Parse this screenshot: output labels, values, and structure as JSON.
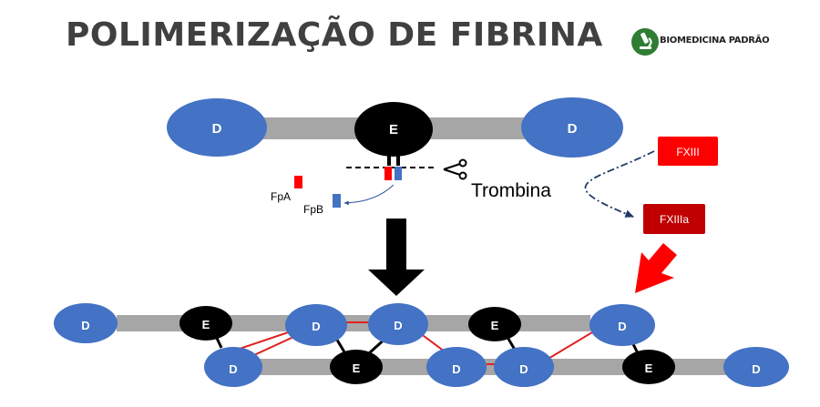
{
  "title": "POLIMERIZAÇÃO DE FIBRINA",
  "brand": {
    "text": "BIOMEDICINA PADRÃO",
    "icon": "microscope-icon"
  },
  "molecule": {
    "left": "D",
    "center": "E",
    "right": "D"
  },
  "fibrinopeptides": {
    "a": "FpA",
    "b": "FpB"
  },
  "enzyme": {
    "label": "Trombina",
    "icon": "scissors-icon"
  },
  "factors": {
    "inactive": "FXIII",
    "active": "FXIIIa"
  },
  "polymer": {
    "top_row": [
      "D",
      "E",
      "D",
      "D",
      "E",
      "D"
    ],
    "bottom_row": [
      "D",
      "E",
      "D",
      "D",
      "E",
      "D"
    ]
  },
  "colors": {
    "d_domain": "#4472c4",
    "e_domain": "#000000",
    "rod": "#a6a6a6",
    "fpa": "#ff0000",
    "fpb": "#4472c4",
    "fxiii": "#ff0000",
    "fxiiia": "#c00000",
    "crosslink": "#e02020",
    "arrow_dark": "#203864"
  }
}
